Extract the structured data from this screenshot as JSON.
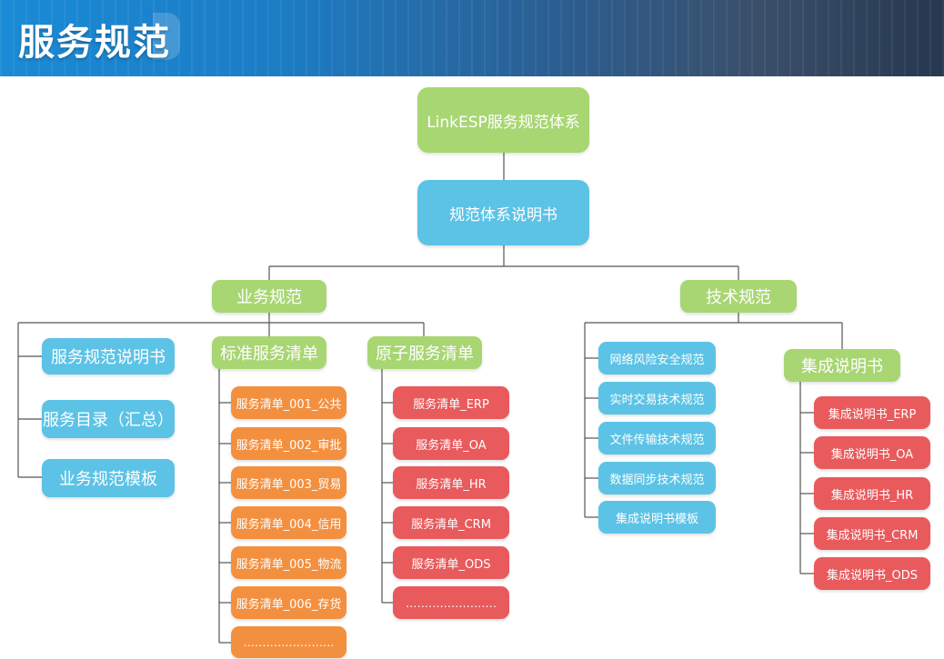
{
  "header": {
    "title": "服务规范"
  },
  "root": "LinkESP服务规范体系",
  "manual": "规范体系说明书",
  "business": {
    "label": "业务规范",
    "left_items": [
      "服务规范说明书",
      "服务目录（汇总）",
      "业务规范模板"
    ],
    "standard": {
      "label": "标准服务清单",
      "items": [
        "服务清单_001_公共",
        "服务清单_002_审批",
        "服务清单_003_贸易",
        "服务清单_004_信用",
        "服务清单_005_物流",
        "服务清单_006_存货",
        "……………………"
      ]
    },
    "atomic": {
      "label": "原子服务清单",
      "items": [
        "服务清单_ERP",
        "服务清单_OA",
        "服务清单_HR",
        "服务清单_CRM",
        "服务清单_ODS",
        "……………………"
      ]
    }
  },
  "technical": {
    "label": "技术规范",
    "items": [
      "网络风险安全规范",
      "实时交易技术规范",
      "文件传输技术规范",
      "数据同步技术规范",
      "集成说明书模板"
    ],
    "integration": {
      "label": "集成说明书",
      "items": [
        "集成说明书_ERP",
        "集成说明书_OA",
        "集成说明书_HR",
        "集成说明书_CRM",
        "集成说明书_ODS"
      ]
    }
  },
  "colors": {
    "green": "#a8d672",
    "blue": "#5cc3e6",
    "orange": "#f3903f",
    "red": "#e95a5c",
    "line": "#555555"
  }
}
